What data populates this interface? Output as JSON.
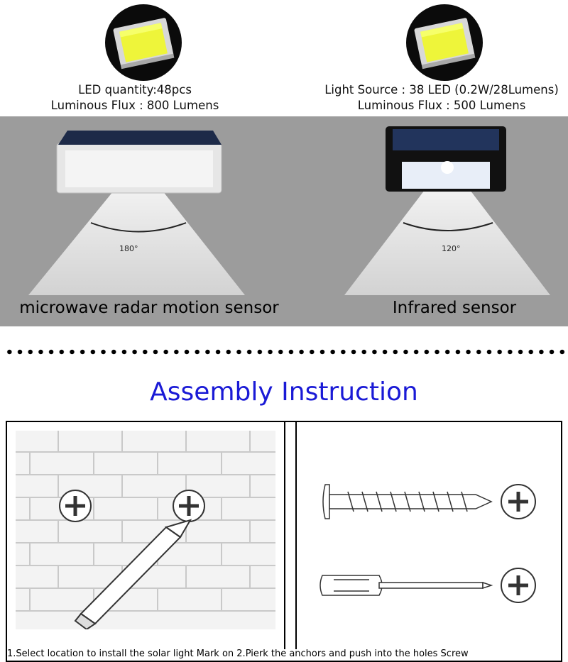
{
  "leds": [
    {
      "lines": [
        "LED quantity:48pcs",
        "Luminous Flux : 800 Lumens"
      ]
    },
    {
      "lines": [
        "Light Source : 38 LED (0.2W/28Lumens)",
        "Luminous Flux : 500 Lumens"
      ]
    }
  ],
  "sensors": [
    {
      "angle": "180°",
      "label": "microwave radar motion sensor"
    },
    {
      "angle": "120°",
      "label": "Infrared sensor"
    }
  ],
  "assembly": {
    "title": "Assembly Instruction",
    "caption": "1.Select location to install the solar light    Mark on 2.Pierk the anchors and push into the holes   Screw"
  },
  "colors": {
    "title": "#1a1ad6",
    "panel": "#9c9c9c"
  },
  "icons": [
    "led-chip-icon",
    "led-chip-icon",
    "pencil-icon",
    "screw-icon",
    "screwdriver-icon",
    "wall-screw-icon"
  ]
}
